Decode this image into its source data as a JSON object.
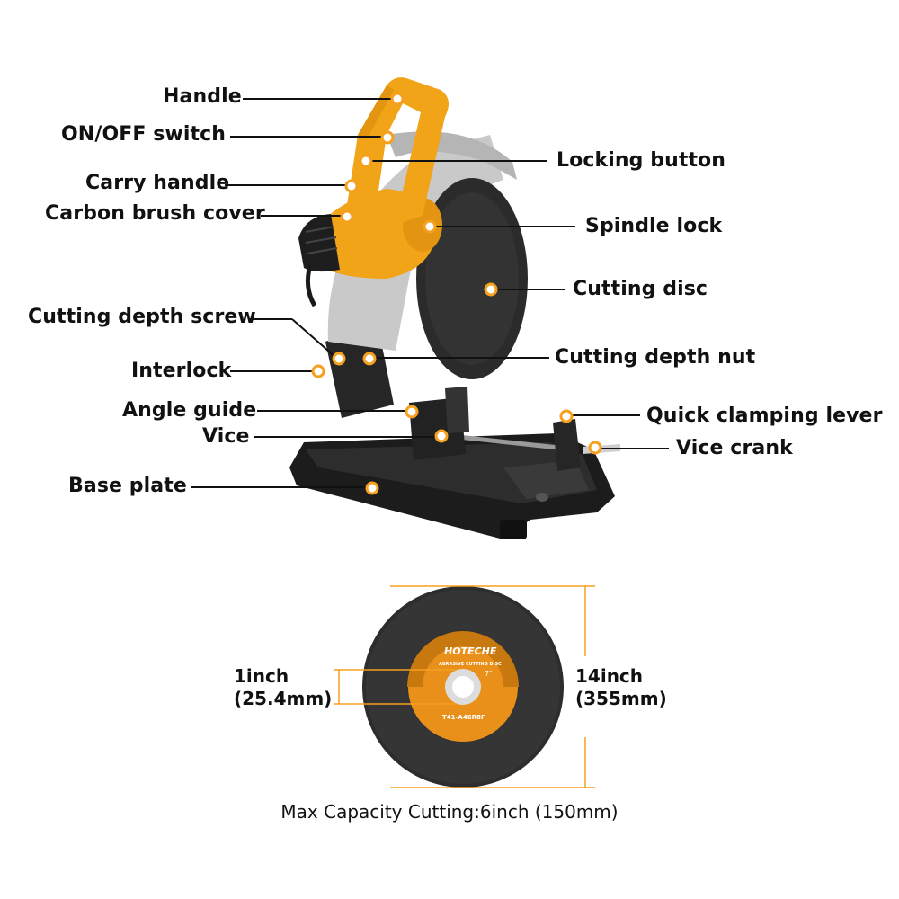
{
  "colors": {
    "accent": "#F5A01E",
    "leader": "#111111",
    "body_yellow": "#F2A418",
    "base_black": "#1c1c1c",
    "disc_dark": "#2b2b2b"
  },
  "labels_left": {
    "handle": "Handle",
    "on_off_switch": "ON/OFF switch",
    "carry_handle": "Carry handle",
    "carbon_brush_cover": "Carbon brush cover",
    "cutting_depth_screw": "Cutting depth screw",
    "interlock": "Interlock",
    "angle_guide": "Angle guide",
    "vice": "Vice",
    "base_plate": "Base plate"
  },
  "labels_right": {
    "locking_button": "Locking button",
    "spindle_lock": "Spindle lock",
    "cutting_disc": "Cutting disc",
    "cutting_depth_nut": "Cutting depth nut",
    "quick_clamping_lever": "Quick clamping lever",
    "vice_crank": "Vice crank"
  },
  "disc_product": {
    "brand": "HOTECHE",
    "subtitle": "ABRASIVE CUTTING DISC",
    "size": "7\"",
    "code": "T41-A46R8F"
  },
  "dimensions": {
    "bore_line1": "1inch",
    "bore_line2": "(25.4mm)",
    "diameter_line1": "14inch",
    "diameter_line2": "(355mm)"
  },
  "caption": "Max Capacity Cutting:6inch (150mm)"
}
